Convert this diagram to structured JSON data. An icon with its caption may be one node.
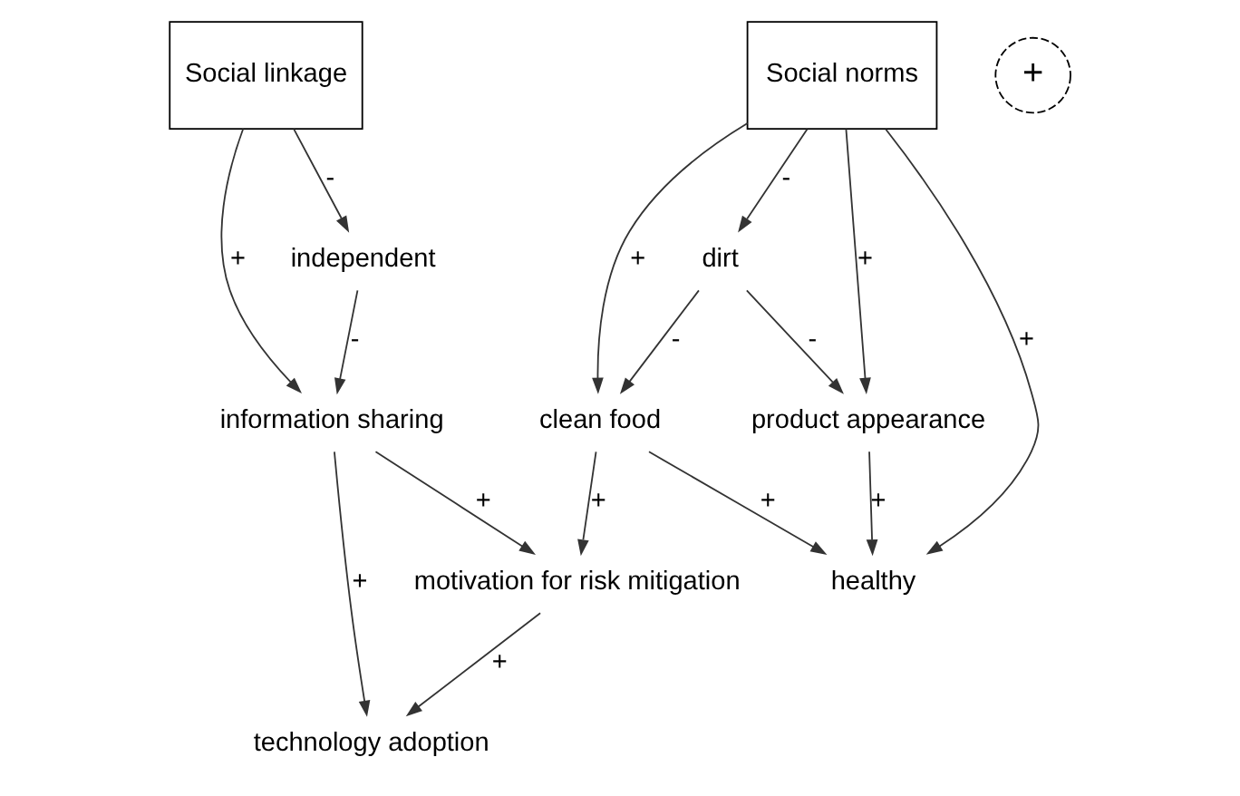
{
  "diagram": {
    "nodes": [
      {
        "text": [
          "Social linkage"
        ]
      },
      {
        "text": [
          "Social norms"
        ]
      },
      {
        "text": [
          "independent"
        ]
      },
      {
        "text": [
          "dirt"
        ]
      },
      {
        "text": [
          "clean food"
        ]
      },
      {
        "text": [
          "healthy"
        ]
      },
      {
        "text": [
          "product appearance"
        ]
      },
      {
        "text": [
          "information sharing"
        ]
      },
      {
        "text": [
          "technology adoption"
        ]
      },
      {
        "text": [
          "motivation for risk mitigation"
        ]
      }
    ],
    "edges": [
      {
        "from": 0,
        "to": 2,
        "arrow": "to",
        "label": "-"
      },
      {
        "from": 0,
        "to": 7,
        "arrow": "to",
        "label": "+"
      },
      {
        "from": 1,
        "to": 3,
        "arrow": "to",
        "label": "-"
      },
      {
        "from": 1,
        "to": 6,
        "arrow": "to",
        "label": "+"
      },
      {
        "from": 1,
        "to": 5,
        "arrow": "to",
        "label": "+"
      },
      {
        "from": 1,
        "to": 4,
        "arrow": "to",
        "label": "+"
      },
      {
        "from": 3,
        "to": 4,
        "arrow": "to",
        "label": "-"
      },
      {
        "from": 3,
        "to": 6,
        "arrow": "to",
        "label": "-"
      },
      {
        "from": 4,
        "to": 5,
        "arrow": "to",
        "label": "+"
      },
      {
        "from": 6,
        "to": 5,
        "arrow": "to",
        "label": "+"
      },
      {
        "from": 2,
        "to": 7,
        "arrow": "to",
        "label": "-"
      },
      {
        "from": 7,
        "to": 8,
        "arrow": "to",
        "label": "+"
      },
      {
        "from": 7,
        "to": 9,
        "arrow": "to",
        "label": "+"
      },
      {
        "from": 4,
        "to": 9,
        "arrow": "to",
        "label": "+"
      },
      {
        "from": 9,
        "to": 8,
        "arrow": "to",
        "label": "+"
      }
    ],
    "labels": [
      "+"
    ]
  }
}
